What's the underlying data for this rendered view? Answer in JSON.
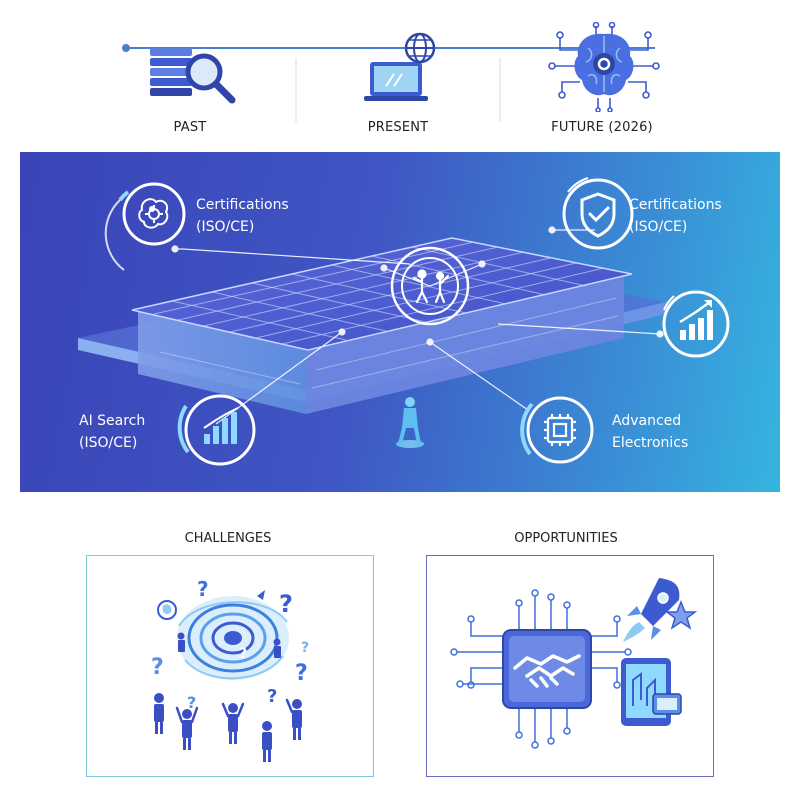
{
  "timeline": {
    "stages": [
      {
        "label": "PAST",
        "icon": "documents-magnifier-icon"
      },
      {
        "label": "PRESENT",
        "icon": "laptop-globe-icon"
      },
      {
        "label": "FUTURE (2026)",
        "icon": "ai-brain-icon"
      }
    ]
  },
  "hero": {
    "callouts": [
      {
        "line1": "Certifications",
        "line2": "(ISO/CE)",
        "icon": "brain-gear-icon"
      },
      {
        "line1": "Certifications",
        "line2": "(ISO/CE)",
        "icon": "shield-check-icon"
      },
      {
        "line1": "",
        "line2": "",
        "icon": "growth-chart-icon"
      },
      {
        "line1": "AI Search",
        "line2": "(ISO/CE)",
        "icon": "bar-chart-icon"
      },
      {
        "line1": "Advanced",
        "line2": "Electronics",
        "icon": "microchip-icon"
      }
    ],
    "center_icon": "people-gesture-icon"
  },
  "sections": {
    "challenges": {
      "title": "CHALLENGES",
      "icon": "vortex-question-icon"
    },
    "opportunities": {
      "title": "OPPORTUNITIES",
      "icon": "handshake-circuit-icon"
    }
  },
  "colors": {
    "accent": "#3d5bd1",
    "hero_left": "#3a44b8",
    "hero_right": "#35b5e0",
    "challenge_border": "#7fc6e0",
    "opportunity_border": "#6a6fbf"
  }
}
